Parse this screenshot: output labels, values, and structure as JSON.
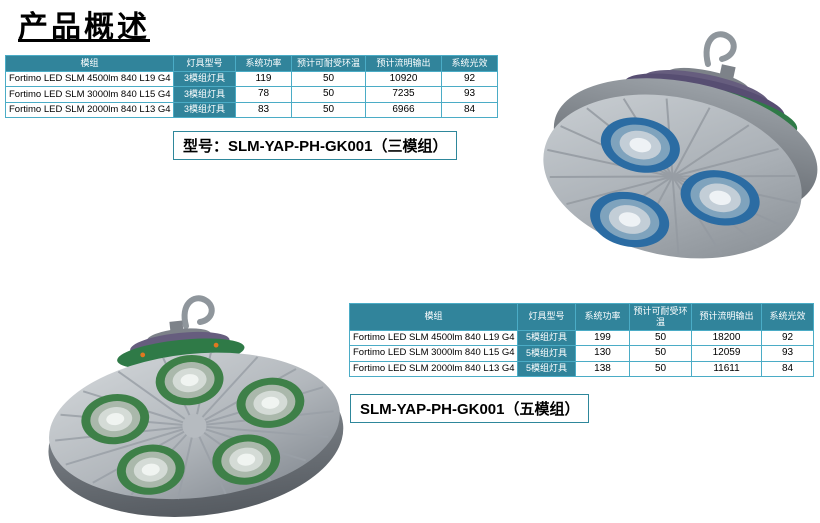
{
  "page": {
    "title": "产品概述"
  },
  "colors": {
    "table_header_bg": "#31849B",
    "table_border": "#4BACC6",
    "lens_blue_ring": "#2B6CA3",
    "lens_green_ring": "#3E8048",
    "body_grey": "#A9AEB4"
  },
  "table_3module": {
    "headers": [
      "模组",
      "灯具型号",
      "系统功率",
      "预计可耐受环温",
      "预计流明输出",
      "系统光效"
    ],
    "rows": [
      [
        "Fortimo LED SLM 4500lm 840 L19 G4",
        "3模组灯具",
        "119",
        "50",
        "10920",
        "92"
      ],
      [
        "Fortimo LED SLM 3000lm 840 L15 G4",
        "3模组灯具",
        "78",
        "50",
        "7235",
        "93"
      ],
      [
        "Fortimo LED SLM 2000lm 840 L13 G4",
        "3模组灯具",
        "83",
        "50",
        "6966",
        "84"
      ]
    ]
  },
  "label_3module": "型号：SLM-YAP-PH-GK001（三模组）",
  "table_5module": {
    "headers": [
      "模组",
      "灯具型号",
      "系统功率",
      "预计可耐受环温",
      "预计流明输出",
      "系统光效"
    ],
    "rows": [
      [
        "Fortimo LED SLM 4500lm 840 L19 G4",
        "5模组灯具",
        "199",
        "50",
        "18200",
        "92"
      ],
      [
        "Fortimo LED SLM 3000lm 840 L15 G4",
        "5模组灯具",
        "130",
        "50",
        "12059",
        "93"
      ],
      [
        "Fortimo LED SLM 2000lm 840 L13 G4",
        "5模组灯具",
        "138",
        "50",
        "11611",
        "84"
      ]
    ]
  },
  "label_5module": "SLM-YAP-PH-GK001（五模组）"
}
